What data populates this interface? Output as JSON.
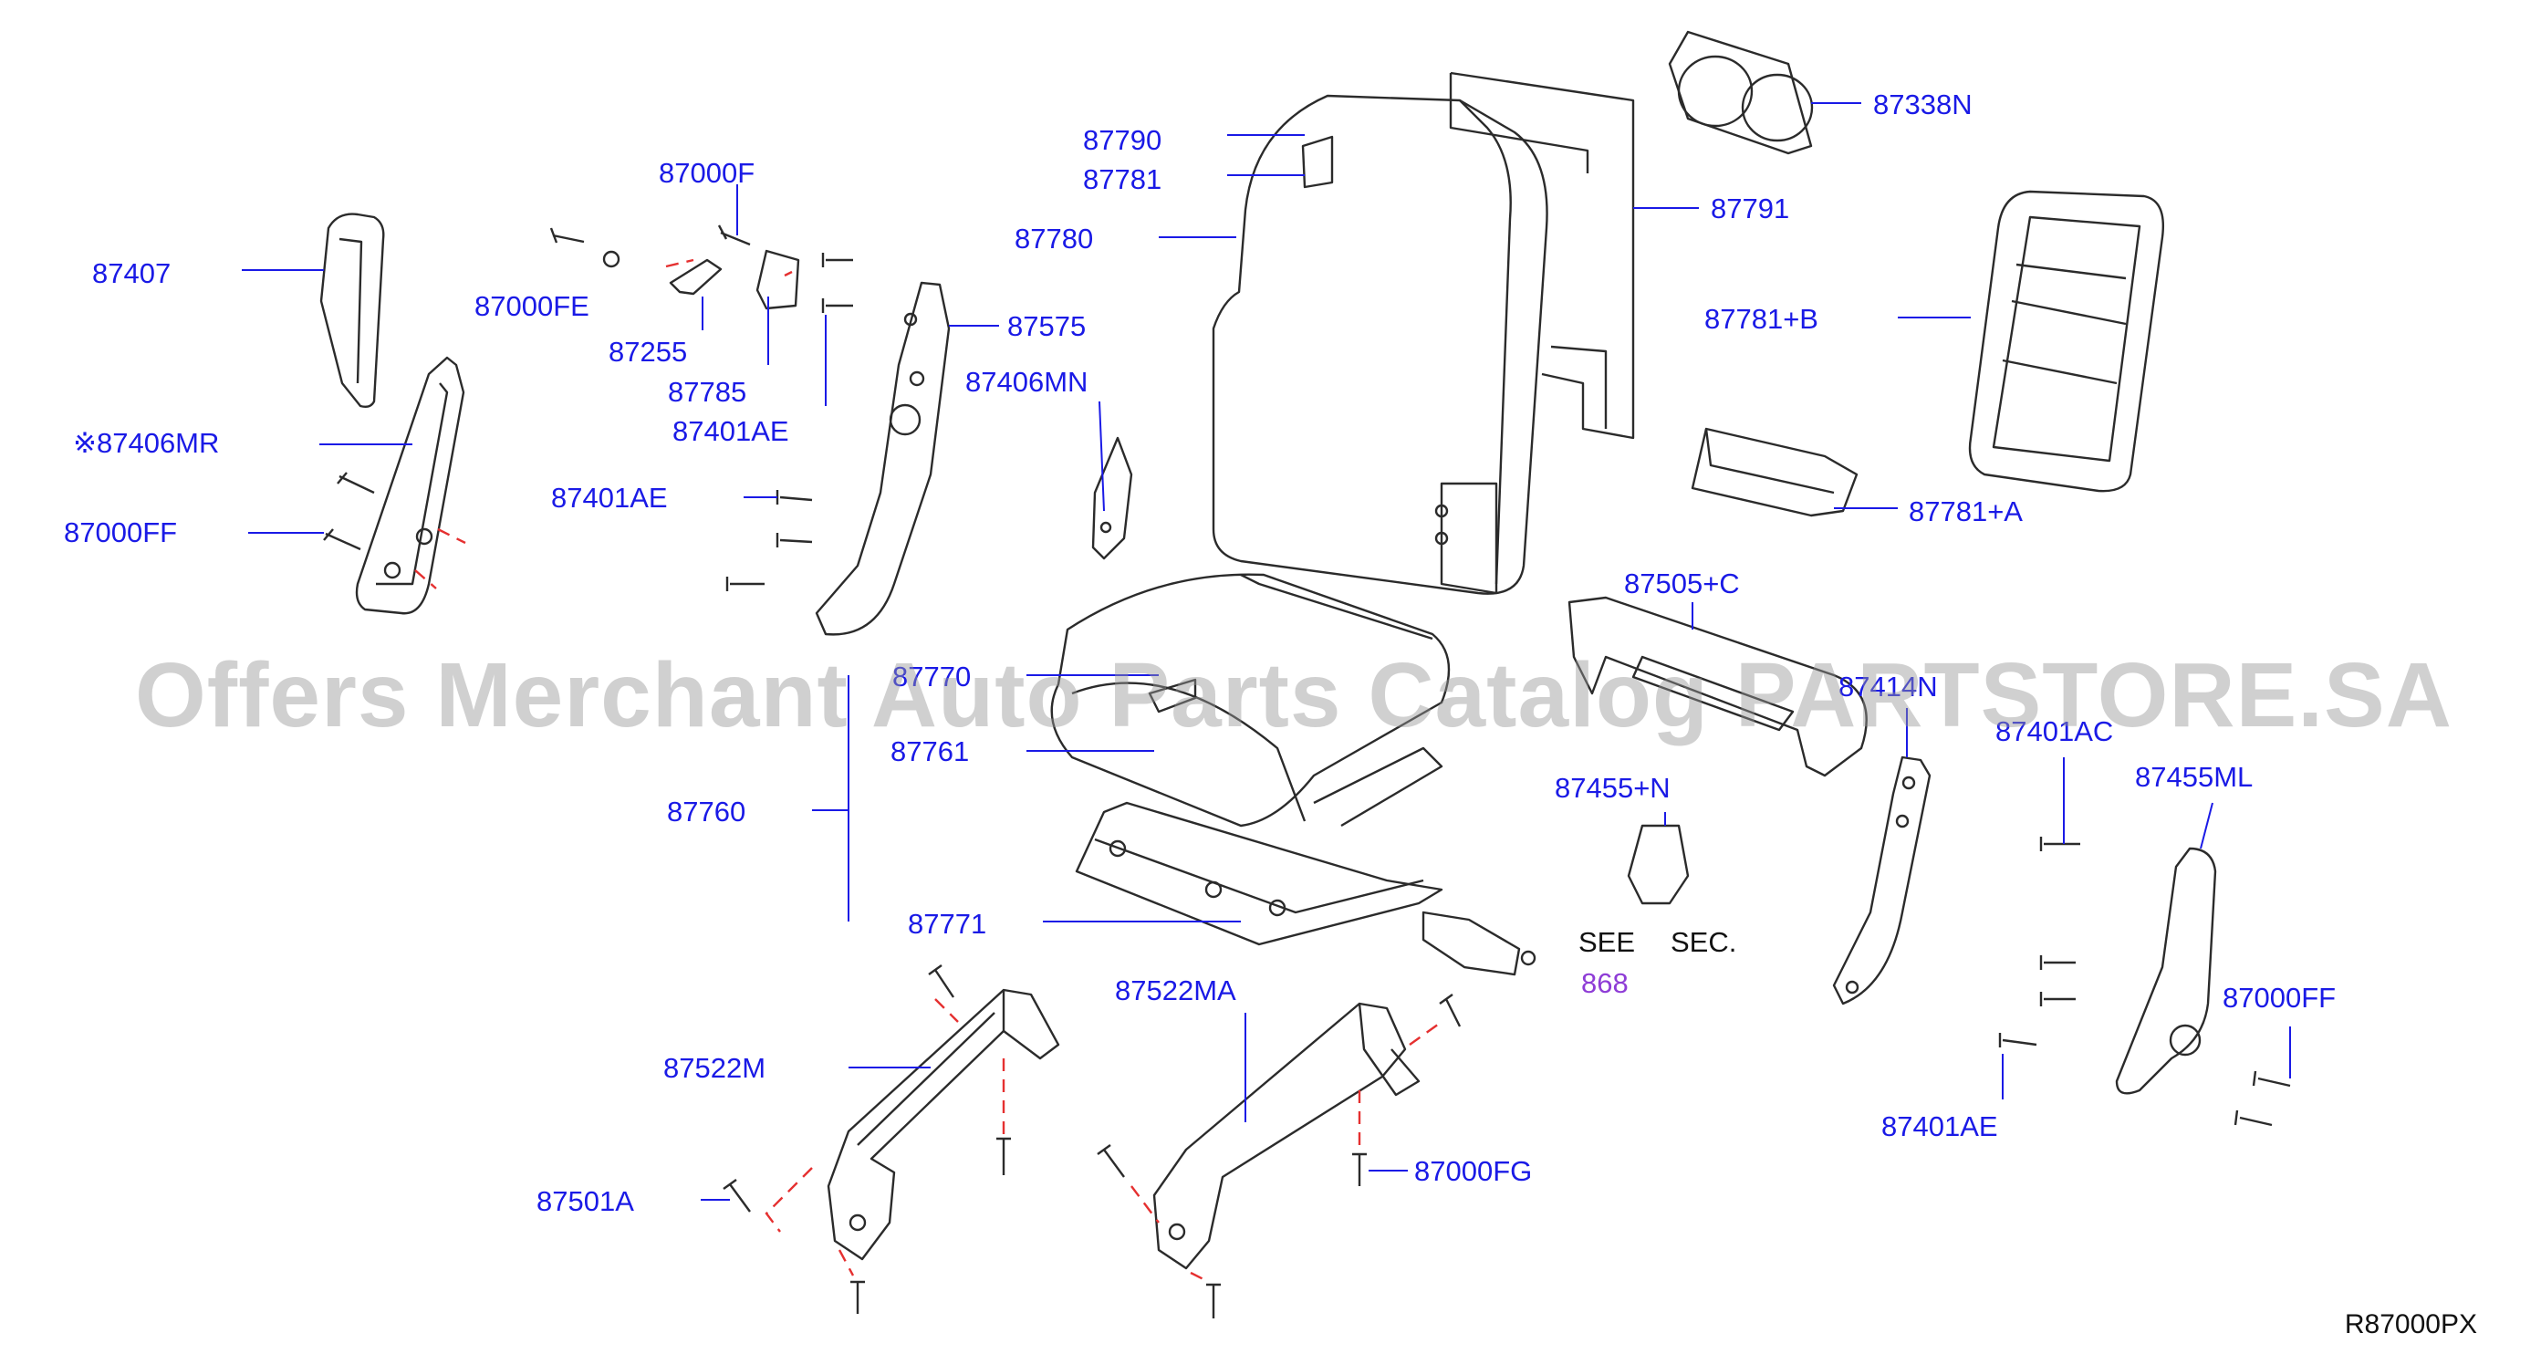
{
  "diagram": {
    "watermark": "Offers Merchant Auto Parts Catalog PARTSTORE.SA",
    "drawing_code": "R87000PX",
    "see_section": {
      "see": "SEE",
      "sec": "SEC.",
      "number": "868"
    },
    "labels": {
      "p87407": "87407",
      "p87406MR": "※87406MR",
      "p87000FF_left": "87000FF",
      "p87000F": "87000F",
      "p87000FE": "87000FE",
      "p87255": "87255",
      "p87785": "87785",
      "p87401AE_top": "87401AE",
      "p87575": "87575",
      "p87401AE_mid": "87401AE",
      "p87406MN": "87406MN",
      "p87790": "87790",
      "p87781": "87781",
      "p87780": "87780",
      "p87791": "87791",
      "p87338N": "87338N",
      "p87781B": "87781+B",
      "p87781A": "87781+A",
      "p87505C": "87505+C",
      "p87770": "87770",
      "p87761": "87761",
      "p87760": "87760",
      "p87771": "87771",
      "p87455N": "87455+N",
      "p87414N": "87414N",
      "p87401AC": "87401AC",
      "p87455ML": "87455ML",
      "p87522M": "87522M",
      "p87522MA": "87522MA",
      "p87000FG": "87000FG",
      "p87501A": "87501A",
      "p87000FF_right": "87000FF",
      "p87401AE_right": "87401AE"
    }
  }
}
